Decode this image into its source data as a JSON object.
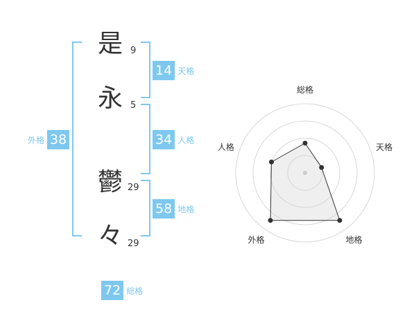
{
  "name": {
    "chars": [
      {
        "char": "是",
        "strokes": "9"
      },
      {
        "char": "永",
        "strokes": "5"
      },
      {
        "char": "鬱",
        "strokes": "29"
      },
      {
        "char": "々",
        "strokes": "29"
      }
    ]
  },
  "scores": {
    "tenkaku": {
      "value": "14",
      "label": "天格"
    },
    "jinkaku": {
      "value": "34",
      "label": "人格"
    },
    "chikaku": {
      "value": "58",
      "label": "地格"
    },
    "gaikaku": {
      "value": "38",
      "label": "外格"
    },
    "soukaku": {
      "value": "72",
      "label": "総格"
    }
  },
  "chart_data": {
    "type": "radar",
    "axes": [
      "総格",
      "天格",
      "地格",
      "外格",
      "人格"
    ],
    "values": [
      0.43,
      0.25,
      0.85,
      0.85,
      0.51
    ],
    "range": [
      0,
      1
    ],
    "rings": 4,
    "grid": true
  }
}
